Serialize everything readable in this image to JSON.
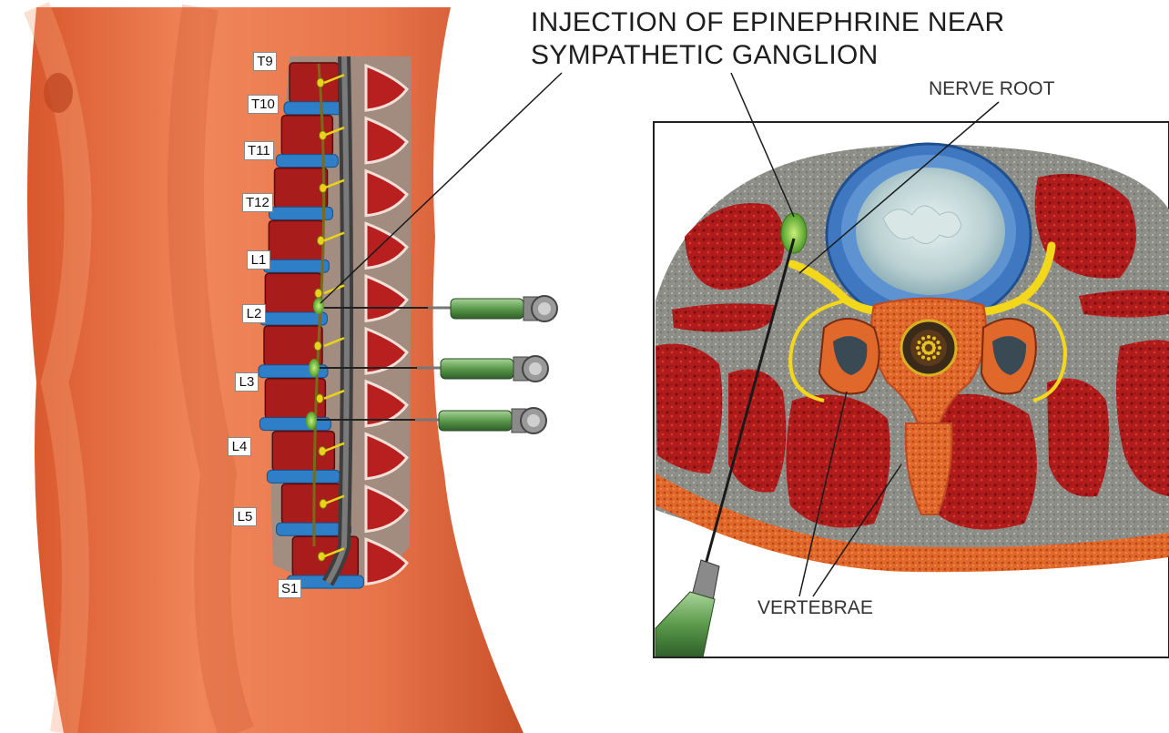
{
  "title": {
    "line1": "INJECTION OF EPINEPHRINE NEAR",
    "line2": "SYMPATHETIC GANGLION"
  },
  "callouts": {
    "nerve_root": "NERVE ROOT",
    "vertebrae": "VERTEBRAE"
  },
  "vertebra_labels": [
    "T9",
    "T10",
    "T11",
    "T12",
    "L1",
    "L2",
    "L3",
    "L4",
    "L5",
    "S1"
  ],
  "colors": {
    "skin": "#e8784c",
    "muscle": "#b51e1e",
    "disc": "#2f7fc8",
    "nerve": "#e8d21a",
    "tissue": "#8f8f8a",
    "syringe": "#5a9a4a"
  }
}
